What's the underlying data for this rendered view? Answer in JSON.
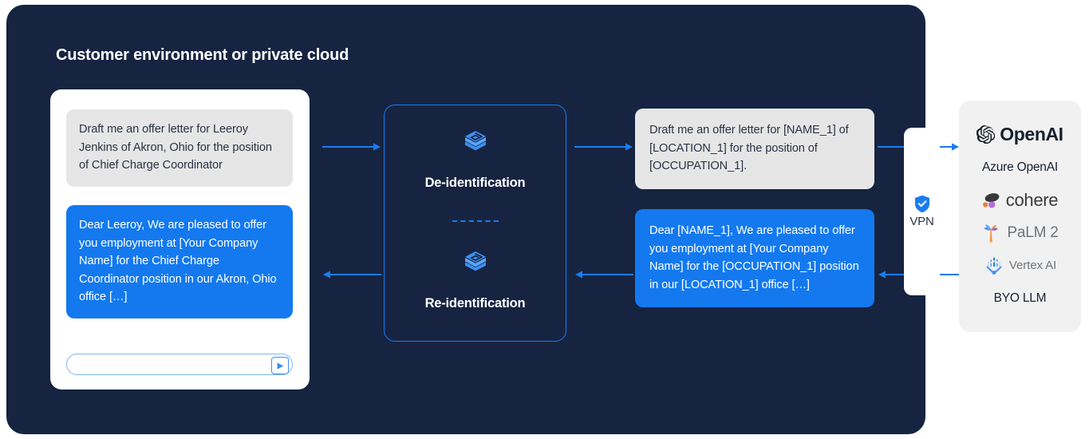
{
  "colors": {
    "panel_bg": "#162441",
    "accent_blue": "#1a7cf0",
    "bubble_blue": "#1479ef",
    "bubble_gray": "#e6e6e6",
    "card_white": "#ffffff",
    "providers_bg": "#f1f1f1"
  },
  "environment": {
    "title": "Customer environment or private cloud"
  },
  "chat": {
    "user_message": "Draft me an offer letter for Leeroy Jenkins of Akron, Ohio for the position of Chief Charge Coordinator",
    "assistant_message": "Dear Leeroy, We are pleased to offer you employment at [Your Company Name] for the Chief Charge Coordinator position in our Akron, Ohio office […]",
    "composer": {
      "value": "",
      "placeholder": "",
      "send_icon": "send-icon"
    }
  },
  "processor": {
    "steps": [
      {
        "label": "De-identification",
        "icon": "layers-hexagon-icon"
      },
      {
        "label": "Re-identification",
        "icon": "layers-hexagon-icon"
      }
    ]
  },
  "deidentified": {
    "request": "Draft me an offer letter for [NAME_1] of [LOCATION_1] for the position of [OCCUPATION_1].",
    "response": "Dear [NAME_1], We are pleased to offer you employment at [Your Company Name] for the [OCCUPATION_1] position in our [LOCATION_1] office […]"
  },
  "vpn": {
    "label": "VPN",
    "icon": "shield-check-icon"
  },
  "providers": [
    {
      "name": "OpenAI",
      "icon": "openai-logo",
      "has_logo": true
    },
    {
      "name": "Azure OpenAI",
      "icon": "",
      "has_logo": false
    },
    {
      "name": "cohere",
      "icon": "cohere-logo",
      "has_logo": true
    },
    {
      "name": "PaLM 2",
      "icon": "palm-logo",
      "has_logo": true
    },
    {
      "name": "Vertex AI",
      "icon": "vertex-ai-logo",
      "has_logo": true
    },
    {
      "name": "BYO LLM",
      "icon": "",
      "has_logo": false
    }
  ],
  "arrows": [
    {
      "name": "arrow-chat-to-deidentification",
      "direction": "right"
    },
    {
      "name": "arrow-deidentification-to-request",
      "direction": "right"
    },
    {
      "name": "arrow-request-to-vpn",
      "direction": "right"
    },
    {
      "name": "arrow-vpn-to-llm",
      "direction": "right"
    },
    {
      "name": "arrow-llm-to-vpn",
      "direction": "left"
    },
    {
      "name": "arrow-response-to-reidentification",
      "direction": "left"
    },
    {
      "name": "arrow-reidentification-to-chat",
      "direction": "left"
    }
  ]
}
